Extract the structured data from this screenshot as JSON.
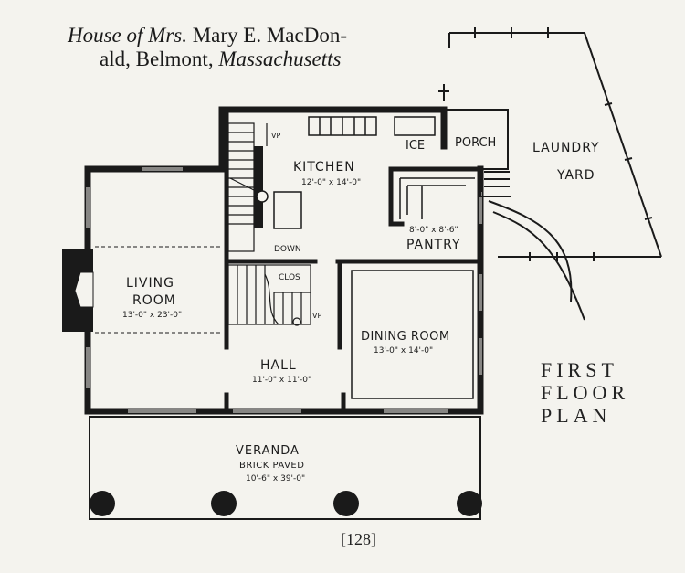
{
  "caption": {
    "line1_italic_a": "House of Mrs.",
    "line1_roman": " Mary E. MacDon-",
    "line2_roman": "ald, Belmont, ",
    "line2_italic": "Massachusetts"
  },
  "plan_title": [
    "FIRST",
    "FLOOR",
    "PLAN"
  ],
  "page_number": "[128]",
  "rooms": {
    "kitchen": {
      "name": "KITCHEN",
      "dims": "12'-0\" x 14'-0\""
    },
    "living_room": {
      "name_line1": "LIVING",
      "name_line2": "ROOM",
      "dims": "13'-0\" x 23'-0\""
    },
    "dining_room": {
      "name": "DINING ROOM",
      "dims": "13'-0\" x 14'-0\""
    },
    "hall": {
      "name": "HALL",
      "dims": "11'-0\" x 11'-0\""
    },
    "pantry": {
      "name": "PANTRY",
      "dims": "8'-0\" x 8'-6\""
    },
    "veranda": {
      "name": "VERANDA",
      "sub": "BRICK PAVED",
      "dims": "10'-6\" x 39'-0\""
    },
    "porch": {
      "name": "PORCH"
    },
    "ice": {
      "name": "ICE"
    },
    "laundry_yard": {
      "line1": "LAUNDRY",
      "line2": "YARD"
    }
  },
  "labels": {
    "down": "DOWN",
    "clos": "CLOS",
    "vp_upper": "VP",
    "vp_lower": "VP"
  }
}
